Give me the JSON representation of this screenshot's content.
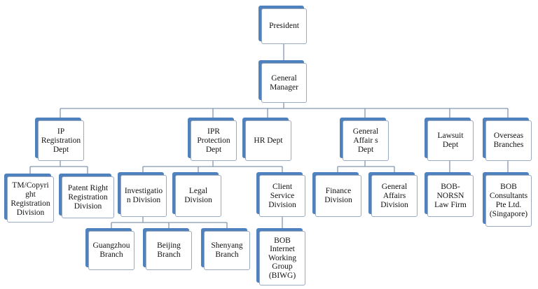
{
  "colors": {
    "accent": "#4f81bd",
    "line": "#8496b0",
    "border": "#9aa9c2"
  },
  "org_chart": {
    "president": "President",
    "general_manager": "General\nManager",
    "ip_registration_dept": "IP\nRegistration\nDept",
    "ipr_protection_dept": "IPR\nProtection\nDept",
    "hr_dept": "HR Dept",
    "general_affairs_dept": "General\nAffair s\nDept",
    "lawsuit_dept": "Lawsuit\nDept",
    "overseas_branches": "Overseas\nBranches",
    "tm_copyright_division": "TM/Copyri\nght\nRegistration\nDivision",
    "patent_right_division": "Patent Right\nRegistration\nDivision",
    "investigation_division": "Investigatio\nn Division",
    "legal_division": "Legal\nDivision",
    "client_service_division": "Client\nService\nDivision",
    "finance_division": "Finance\nDivision",
    "general_affairs_division": "General\nAffairs\nDivision",
    "bob_norsn_law_firm": "BOB-\nNORSN\nLaw Firm",
    "bob_consultants": "BOB\nConsultants\nPte Ltd.\n(Singapore)",
    "guangzhou_branch": "Guangzhou\nBranch",
    "beijing_branch": "Beijing\nBranch",
    "shenyang_branch": "Shenyang\nBranch",
    "biwg": "BOB\nInternet\nWorking\nGroup\n(BIWG)"
  }
}
